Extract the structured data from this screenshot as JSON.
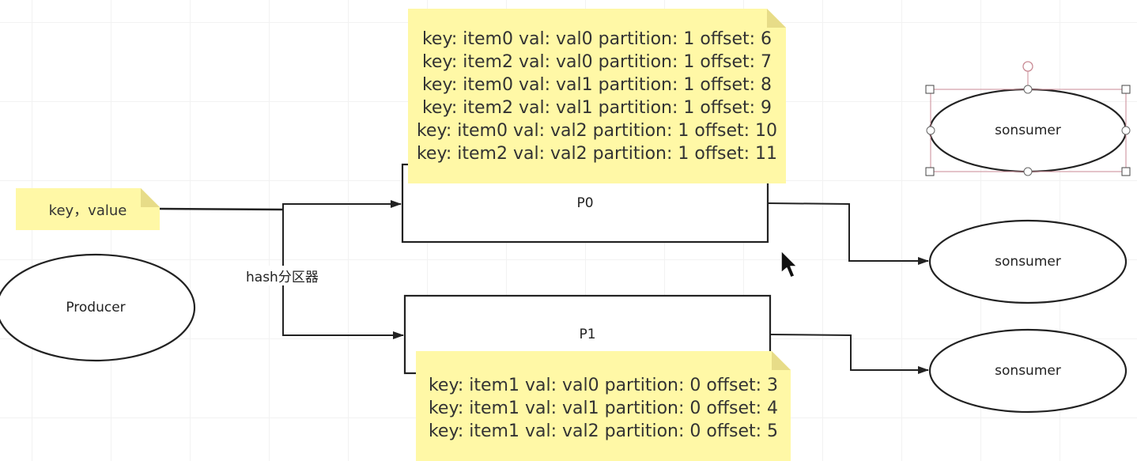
{
  "producer": {
    "label": "Producer"
  },
  "input_note": {
    "text": "key，value"
  },
  "partitioner": {
    "label": "hash分区器"
  },
  "partitions": [
    {
      "label": "P0"
    },
    {
      "label": "P1"
    }
  ],
  "p0_note": {
    "lines": [
      "key: item0 val: val0 partition: 1 offset: 6",
      "key: item2 val: val0 partition: 1 offset: 7",
      "key: item0 val: val1 partition: 1 offset: 8",
      "key: item2 val: val1 partition: 1 offset: 9",
      "key: item0 val: val2 partition: 1 offset: 10",
      "key: item2 val: val2 partition: 1 offset: 11"
    ]
  },
  "p1_note": {
    "lines": [
      "key: item1 val: val0 partition: 0 offset: 3",
      "key: item1 val: val1 partition: 0 offset: 4",
      "key: item1 val: val2 partition: 0 offset: 5"
    ]
  },
  "consumers": [
    {
      "label": "sonsumer",
      "selected": true
    },
    {
      "label": "sonsumer",
      "selected": false
    },
    {
      "label": "sonsumer",
      "selected": false
    }
  ],
  "colors": {
    "note_fill": "#fff8a6",
    "stroke": "#222222",
    "selection": "#c98a94"
  }
}
